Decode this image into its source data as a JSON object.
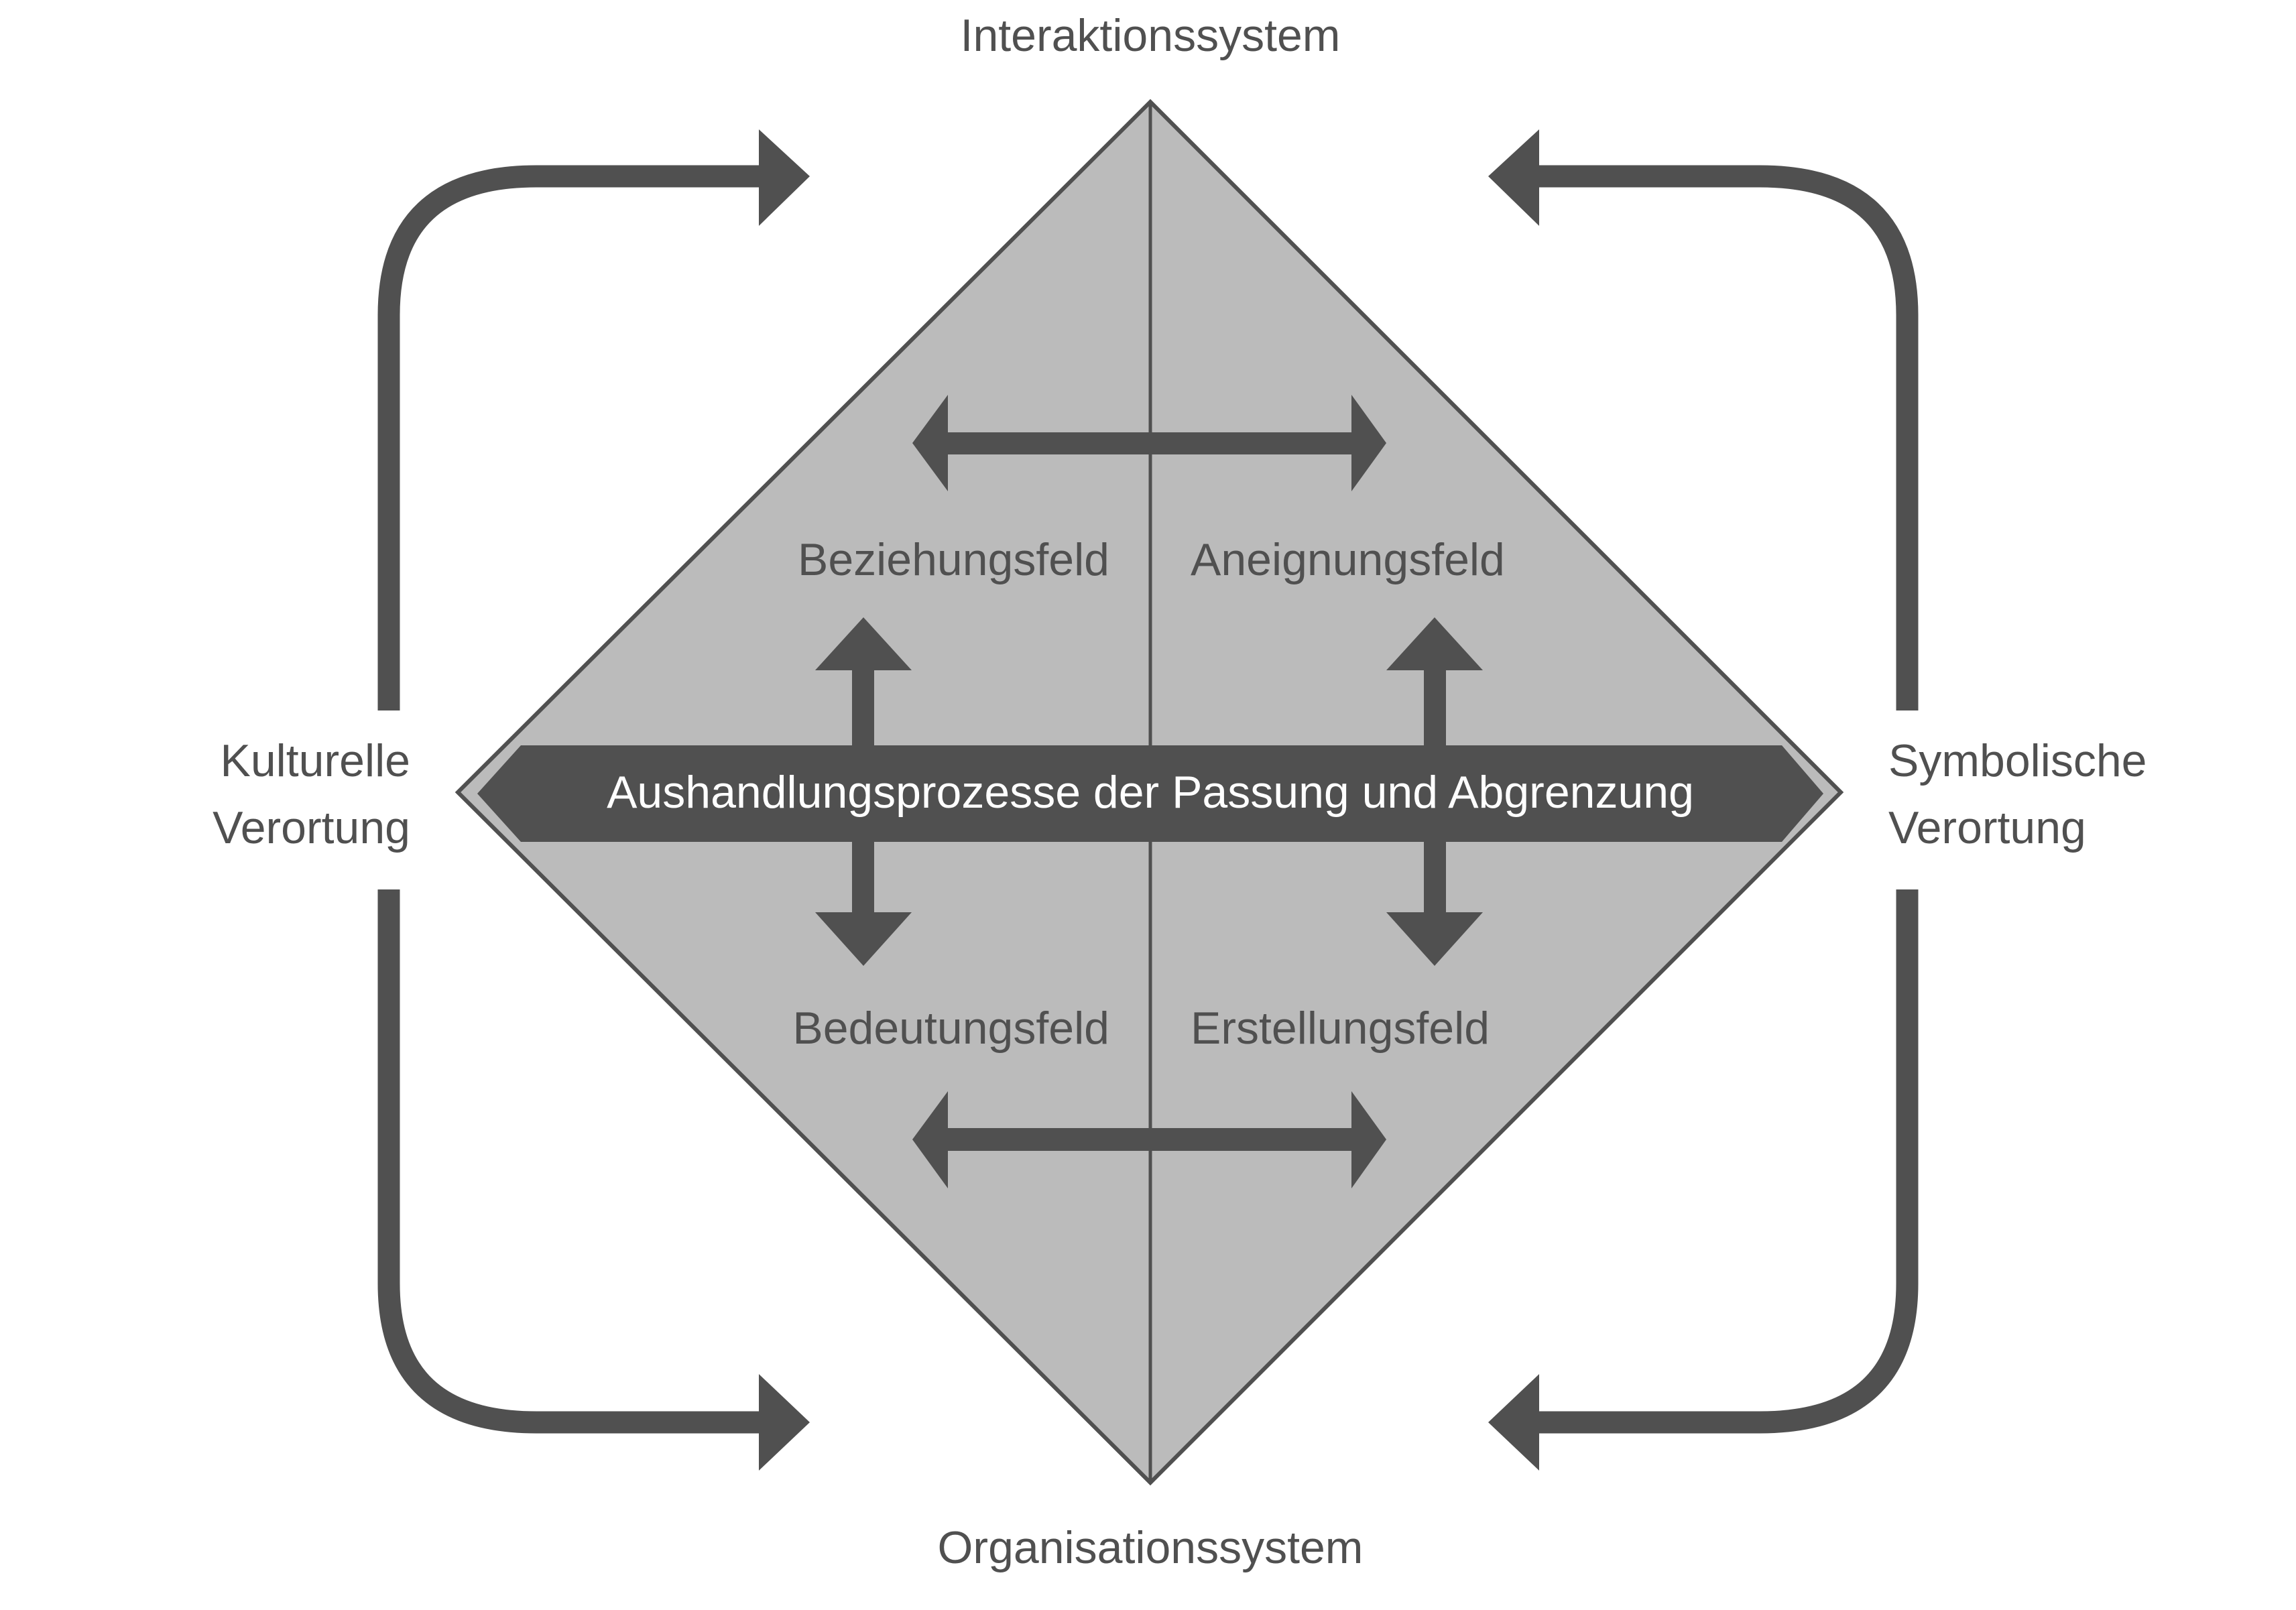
{
  "colors": {
    "background": "#ffffff",
    "diamond_fill": "#bbbbbb",
    "dark": "#505050",
    "banner_text": "#ffffff"
  },
  "labels": {
    "top": "Interaktionssystem",
    "bottom": "Organisationssystem",
    "left_line1": "Kulturelle",
    "left_line2": "Verortung",
    "right_line1": "Symbolische",
    "right_line2": "Verortung"
  },
  "fields": {
    "top_left": "Beziehungsfeld",
    "top_right": "Aneignungsfeld",
    "bottom_left": "Bedeutungsfeld",
    "bottom_right": "Erstellungsfeld"
  },
  "banner": {
    "text": "Aushandlungsprozesse der Passung und Abgrenzung"
  }
}
